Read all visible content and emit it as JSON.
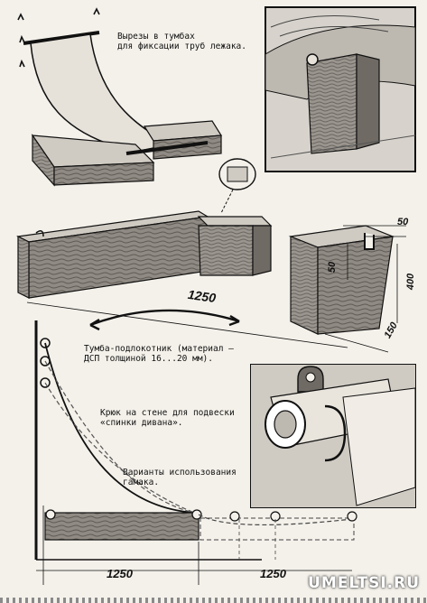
{
  "captions": {
    "cutouts": "Вырезы в тумбах\nдля фиксации труб лежака.",
    "armrest": "Тумба-подлокотник (материал —\nДСП толщиной 16...20 мм).",
    "hook": "Крюк на стене для подвески\n«спинки дивана».",
    "variants": "Варианты использования\nгамака."
  },
  "dimensions": {
    "length_mid": "1250",
    "height": "400",
    "depth": "150",
    "slot_width": "50",
    "slot_depth": "50",
    "length_bottom_left": "1250",
    "length_bottom_right": "1250"
  },
  "watermark": "UMELTSI.RU",
  "colors": {
    "ink": "#111111",
    "paper": "#f4f1ea",
    "wood": "#8c8780",
    "wood_dark": "#5f5a54"
  }
}
